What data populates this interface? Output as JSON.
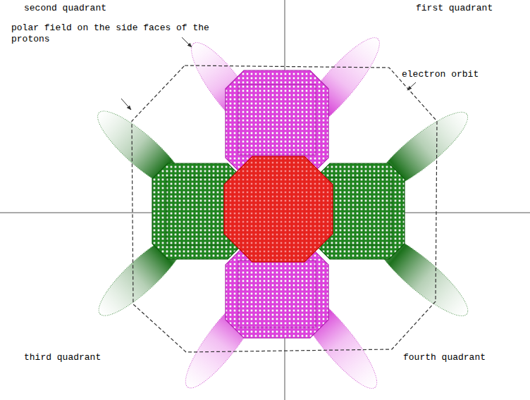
{
  "diagram": {
    "labels": [
      "second quadrant",
      "first quadrant",
      "polar field on the side faces of the protons",
      "electron orbit",
      "third quadrant",
      "fourth quadrant"
    ]
  }
}
